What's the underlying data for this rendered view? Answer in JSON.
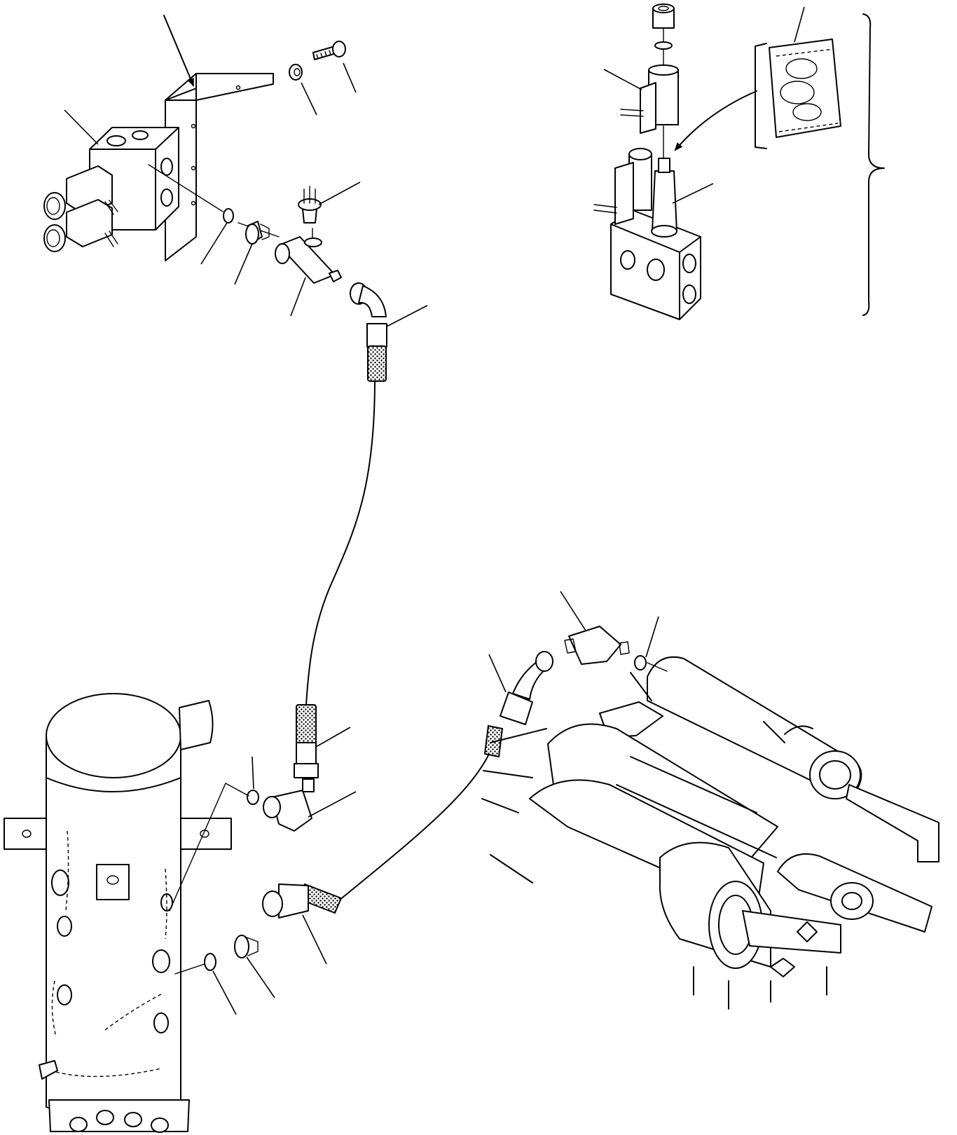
{
  "figure": {
    "kind": "exploded parts diagram",
    "style": "monochrome line art",
    "colors": {
      "ink": "#000000",
      "paper": "#ffffff"
    }
  },
  "parts": [
    {
      "id": "bracket",
      "icon": "mounting-bracket-icon"
    },
    {
      "id": "double-solenoid-valve",
      "icon": "solenoid-valve-block-icon"
    },
    {
      "id": "bolt",
      "icon": "bolt-icon"
    },
    {
      "id": "washer",
      "icon": "washer-icon"
    },
    {
      "id": "o-ring",
      "icon": "o-ring-icon"
    },
    {
      "id": "adapter",
      "icon": "adapter-fitting-icon"
    },
    {
      "id": "tee-fitting",
      "icon": "tee-fitting-icon"
    },
    {
      "id": "pressure-switch",
      "icon": "pressure-switch-icon"
    },
    {
      "id": "hose",
      "icon": "braided-hose-icon"
    },
    {
      "id": "elbow",
      "icon": "elbow-fitting-icon"
    },
    {
      "id": "swivel-joint",
      "icon": "swivel-joint-icon"
    },
    {
      "id": "steering-cylinder-assembly",
      "icon": "cylinder-assembly-icon"
    },
    {
      "id": "coil",
      "icon": "solenoid-coil-icon"
    },
    {
      "id": "nut",
      "icon": "nut-icon"
    },
    {
      "id": "seal-kit",
      "icon": "seal-kit-bag-icon"
    },
    {
      "id": "single-solenoid-valve",
      "icon": "solenoid-valve-icon"
    }
  ]
}
